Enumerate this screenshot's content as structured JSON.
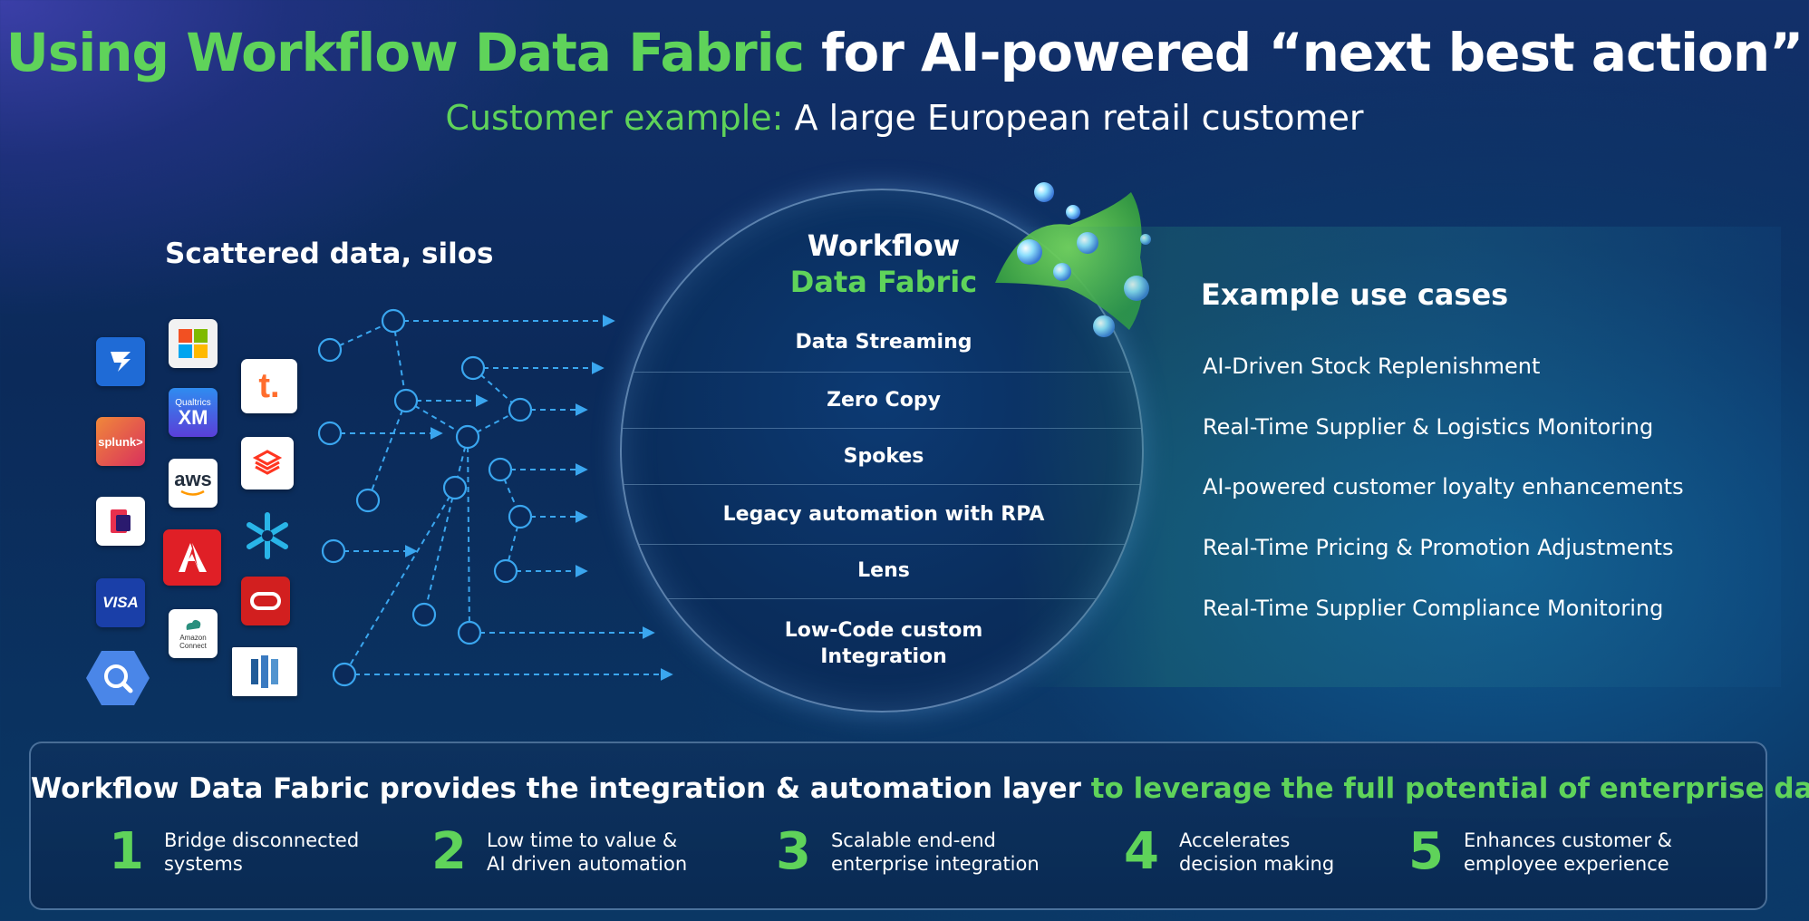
{
  "title": {
    "part1": "Using Workflow Data Fabric",
    "part2": " for AI-powered “next best action”"
  },
  "subtitle": {
    "label": "Customer example:",
    "text": " A large European retail customer"
  },
  "left": {
    "heading": "Scattered data, silos",
    "logos": [
      {
        "name": "jira",
        "text": "",
        "bg": "#1f6bd6"
      },
      {
        "name": "microsoft",
        "text": "",
        "bg": "#f2f2f2"
      },
      {
        "name": "splunk",
        "text": "splunk>",
        "bg": "#e8533a"
      },
      {
        "name": "qualtrics-xm",
        "text": "XM",
        "bg": "#2b6fe0"
      },
      {
        "name": "talend",
        "text": "t.",
        "bg": "#ffffff"
      },
      {
        "name": "aws",
        "text": "aws",
        "bg": "#ffffff"
      },
      {
        "name": "databricks",
        "text": "",
        "bg": "#ffffff"
      },
      {
        "name": "pagerduty",
        "text": "",
        "bg": "#ffffff"
      },
      {
        "name": "adobe",
        "text": "",
        "bg": "#e01f26"
      },
      {
        "name": "snowflake",
        "text": "❄",
        "bg": "transparent"
      },
      {
        "name": "visa",
        "text": "VISA",
        "bg": "#1a3fa8"
      },
      {
        "name": "oracle",
        "text": "",
        "bg": "#d21f1f"
      },
      {
        "name": "amazon-connect",
        "text": "Amazon Connect",
        "bg": "#ffffff"
      },
      {
        "name": "bigquery",
        "text": "",
        "bg": "#4a86e8"
      },
      {
        "name": "redshift",
        "text": "",
        "bg": "#ffffff"
      }
    ],
    "logo_labels": {
      "splunk": "splunk>",
      "qualtrics": "Qualtrics",
      "xm": "XM",
      "talend": "t.",
      "aws": "aws",
      "visa": "VISA",
      "amazon_connect1": "Amazon",
      "amazon_connect2": "Connect"
    }
  },
  "fabric": {
    "title1": "Workflow",
    "title2": "Data Fabric",
    "layers": [
      "Data Streaming",
      "Zero Copy",
      "Spokes",
      "Legacy automation with RPA",
      "Lens",
      "Low-Code custom",
      "Integration"
    ]
  },
  "use_cases": {
    "heading": "Example use cases",
    "items": [
      "AI-Driven Stock Replenishment",
      "Real-Time Supplier & Logistics Monitoring",
      "AI-powered customer loyalty enhancements",
      "Real-Time Pricing & Promotion Adjustments",
      "Real-Time Supplier Compliance Monitoring"
    ]
  },
  "bottom": {
    "headline_white": "Workflow Data Fabric provides the integration & automation layer",
    "headline_green": " to leverage the full potential of enterprise data",
    "benefits": [
      {
        "num": "1",
        "text": "Bridge disconnected\nsystems"
      },
      {
        "num": "2",
        "text": "Low time to value &\nAI driven automation"
      },
      {
        "num": "3",
        "text": "Scalable end-end\nenterprise integration"
      },
      {
        "num": "4",
        "text": "Accelerates\ndecision making"
      },
      {
        "num": "5",
        "text": "Enhances customer &\nemployee experience"
      }
    ]
  },
  "colors": {
    "accent_green": "#5fd35a",
    "network_blue": "#3aa6ef"
  }
}
